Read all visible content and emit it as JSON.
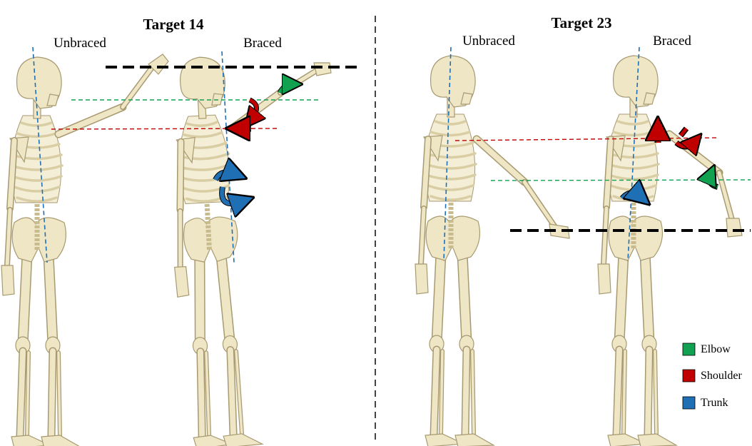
{
  "panels": [
    {
      "title": "Target 14",
      "left_label": "Unbraced",
      "right_label": "Braced"
    },
    {
      "title": "Target 23",
      "left_label": "Unbraced",
      "right_label": "Braced"
    }
  ],
  "legend": [
    {
      "label": "Elbow",
      "color": "#12a150"
    },
    {
      "label": "Shoulder",
      "color": "#c00000"
    },
    {
      "label": "Trunk",
      "color": "#1f6fb5"
    }
  ],
  "colors": {
    "elbow": "#12a150",
    "shoulder": "#c00000",
    "trunk": "#1f6fb5",
    "target": "#000000",
    "divider": "#444444",
    "bone": "#efe6c6"
  }
}
